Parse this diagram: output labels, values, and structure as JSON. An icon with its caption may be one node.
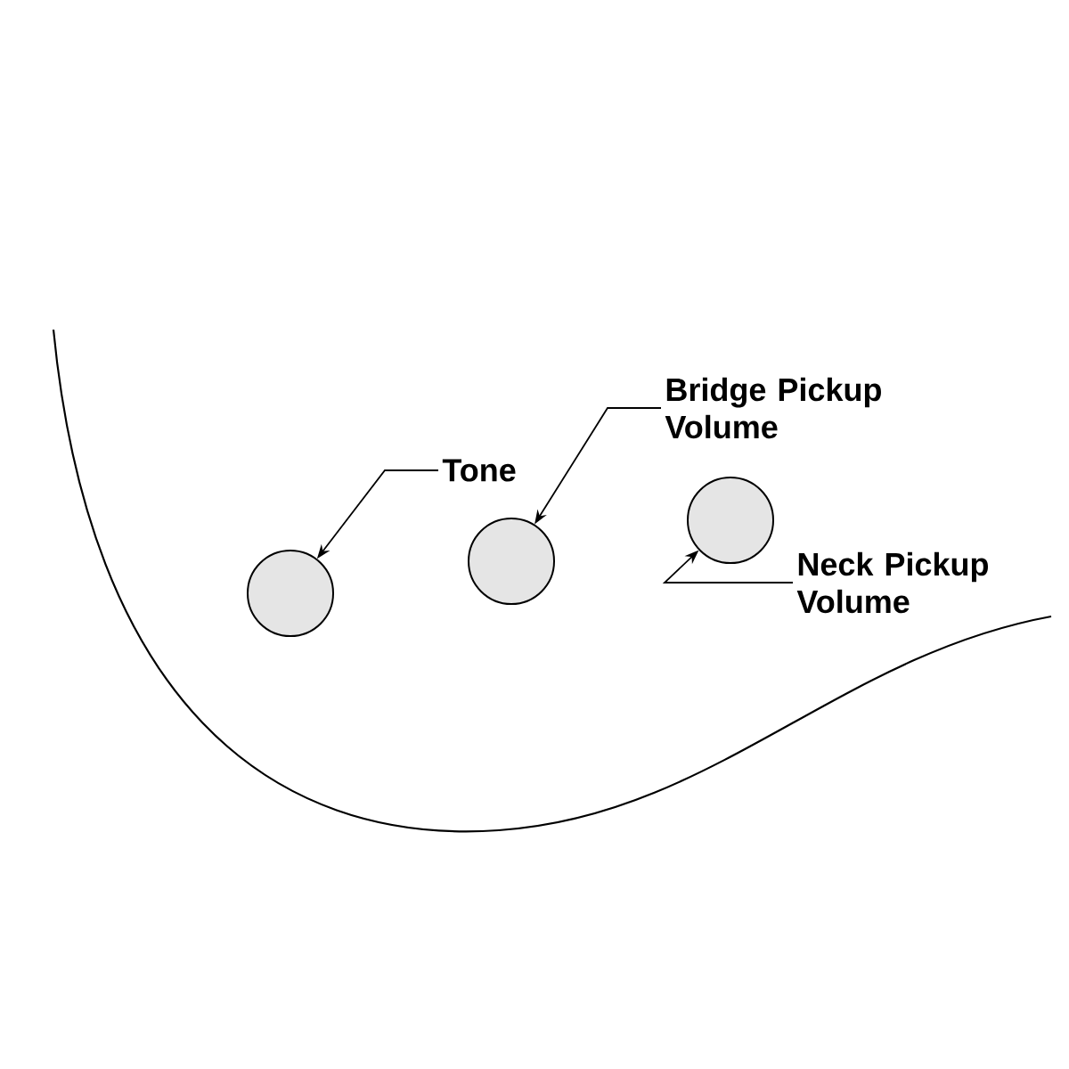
{
  "diagram": {
    "nodes": [
      {
        "text": [
          "Tone"
        ]
      },
      {
        "text": [
          "Bridge Pickup Volume"
        ]
      },
      {
        "text": [
          "Neck Pickup Volume"
        ]
      },
      {
        "text": [],
        "shape": "circle"
      },
      {
        "text": [],
        "shape": "circle"
      },
      {
        "text": [],
        "shape": "circle"
      }
    ],
    "edges": [
      {
        "from": 0,
        "to": 3,
        "arrow": "to"
      },
      {
        "from": 1,
        "to": 4,
        "arrow": "to"
      },
      {
        "from": 2,
        "to": 5,
        "arrow": "to"
      }
    ]
  }
}
